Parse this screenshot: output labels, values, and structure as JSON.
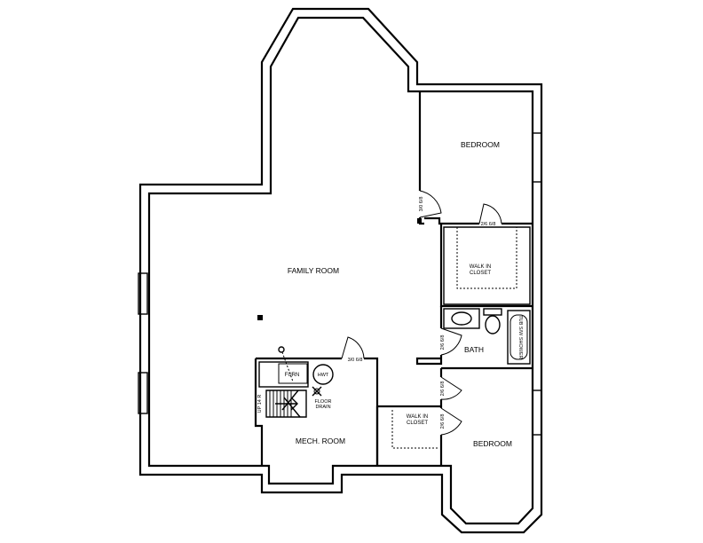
{
  "rooms": {
    "family_room": "FAMILY ROOM",
    "bedroom_upper": "BEDROOM",
    "bedroom_lower": "BEDROOM",
    "walk_in_closet_upper_line1": "WALK IN",
    "walk_in_closet_upper_line2": "CLOSET",
    "walk_in_closet_lower_line1": "WALK IN",
    "walk_in_closet_lower_line2": "CLOSET",
    "bath": "BATH",
    "mech_room": "MECH. ROOM"
  },
  "fixtures": {
    "furnace": "FURN",
    "water_heater": "HWT",
    "floor_drain_line1": "FLOOR",
    "floor_drain_line2": "DRAIN",
    "tub_shower": "TUB S/W SHOWER",
    "stairs_up": "UP 14 R"
  },
  "doors": {
    "bedroom_upper_entry": "3/0 6/8",
    "closet_upper": "2/6 6/8",
    "mech_room": "3/0 6/8",
    "bath": "2/6 6/8",
    "bedroom_lower_entry": "2/6 6/8",
    "closet_lower": "2/6 6/8"
  }
}
